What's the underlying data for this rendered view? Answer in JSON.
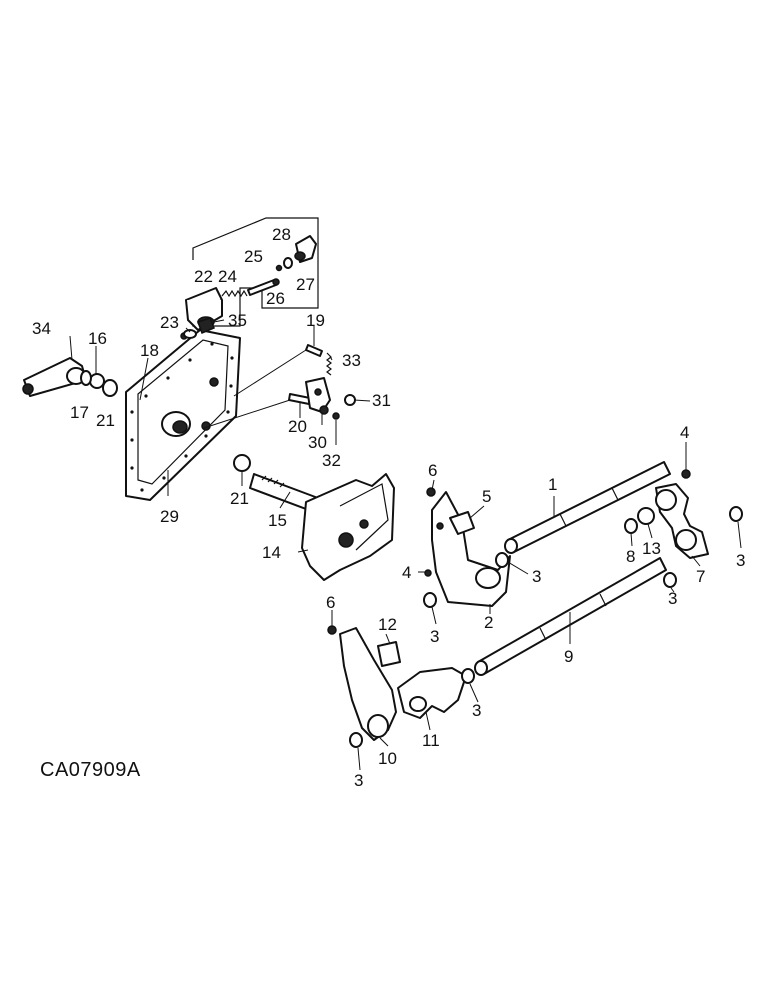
{
  "diagram": {
    "drawing_code": "CA07909A",
    "callouts": {
      "c1": "1",
      "c2": "2",
      "c3a": "3",
      "c3b": "3",
      "c3c": "3",
      "c3d": "3",
      "c3e": "3",
      "c3f": "3",
      "c4a": "4",
      "c4b": "4",
      "c5": "5",
      "c6a": "6",
      "c6b": "6",
      "c7": "7",
      "c8": "8",
      "c9": "9",
      "c10": "10",
      "c11": "11",
      "c12": "12",
      "c13": "13",
      "c14": "14",
      "c15": "15",
      "c16": "16",
      "c17": "17",
      "c18": "18",
      "c19": "19",
      "c20": "20",
      "c21a": "21",
      "c21b": "21",
      "c22": "22",
      "c23": "23",
      "c24": "24",
      "c25": "25",
      "c26": "26",
      "c27": "27",
      "c28": "28",
      "c29": "29",
      "c30": "30",
      "c31": "31",
      "c32": "32",
      "c33": "33",
      "c34": "34",
      "c35": "35"
    }
  }
}
